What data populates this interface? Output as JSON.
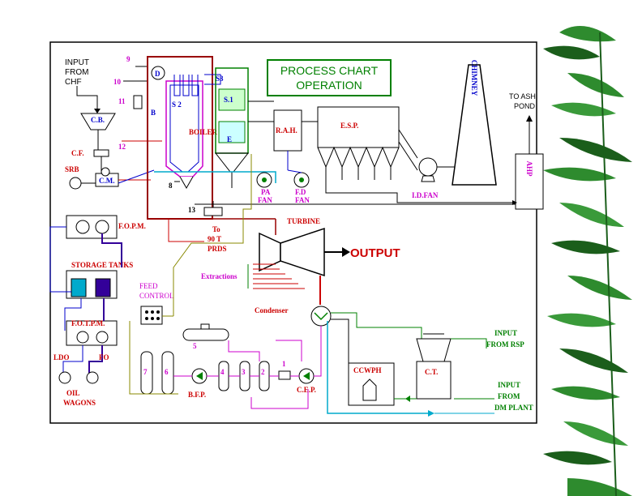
{
  "title": {
    "line1": "PROCESS CHART",
    "line2": "OPERATION"
  },
  "colors": {
    "red": "#cc0000",
    "maroon": "#990000",
    "green": "#008000",
    "blue": "#0000cc",
    "magenta": "#cc00cc",
    "cyan": "#00aacc",
    "purple": "#330099",
    "olive": "#888800",
    "leaf": "#2e8b2e",
    "leaf_dark": "#1b5e1b"
  },
  "labels": {
    "input_chf": [
      "INPUT",
      "FROM",
      "CHF"
    ],
    "cb": "C.B.",
    "cf": "C.F.",
    "cm": "C.M.",
    "srb": "SRB",
    "d": "D",
    "b": "B",
    "s2": "S 2",
    "s3": "S3",
    "s1": "S.1",
    "e": "E",
    "boiler": "BOILER",
    "raw": "R.A.H.",
    "esp": "E.S.P.",
    "chimney": "CHIMNEY",
    "to_ash_pond": [
      "TO ASH",
      "POND"
    ],
    "ahp": "AHP",
    "pa_fan": [
      "PA",
      "FAN"
    ],
    "fd_fan": [
      "F.D",
      "FAN"
    ],
    "id_fan": "I.D.FAN",
    "fopm": "F.O.P.M.",
    "storage_tanks": "STORAGE TANKS",
    "fotpm": "F.O.T.P.M.",
    "ldo": "LDO",
    "fo": "FO",
    "oil_wagons": [
      "OIL",
      "WAGONS"
    ],
    "turbine": "TURBINE",
    "output": "OUTPUT",
    "to_prds": [
      "To",
      "90 T",
      "PRDS"
    ],
    "extractions": "Extractions",
    "feed_control": [
      "FEED",
      "CONTROL"
    ],
    "condenser": "Condenser",
    "bfp": "B.F.P.",
    "cep": "C.E.P.",
    "ccwph": "CCWPH",
    "ct": "C.T.",
    "input_rsp": [
      "INPUT",
      "FROM RSP"
    ],
    "input_dm": [
      "INPUT",
      "FROM",
      "DM PLANT"
    ],
    "n1": "1",
    "n2": "2",
    "n3": "3",
    "n4": "4",
    "n5": "5",
    "n6": "6",
    "n7": "7",
    "n8": "8",
    "n9": "9",
    "n10": "10",
    "n11": "11",
    "n12": "12",
    "n13": "13"
  }
}
